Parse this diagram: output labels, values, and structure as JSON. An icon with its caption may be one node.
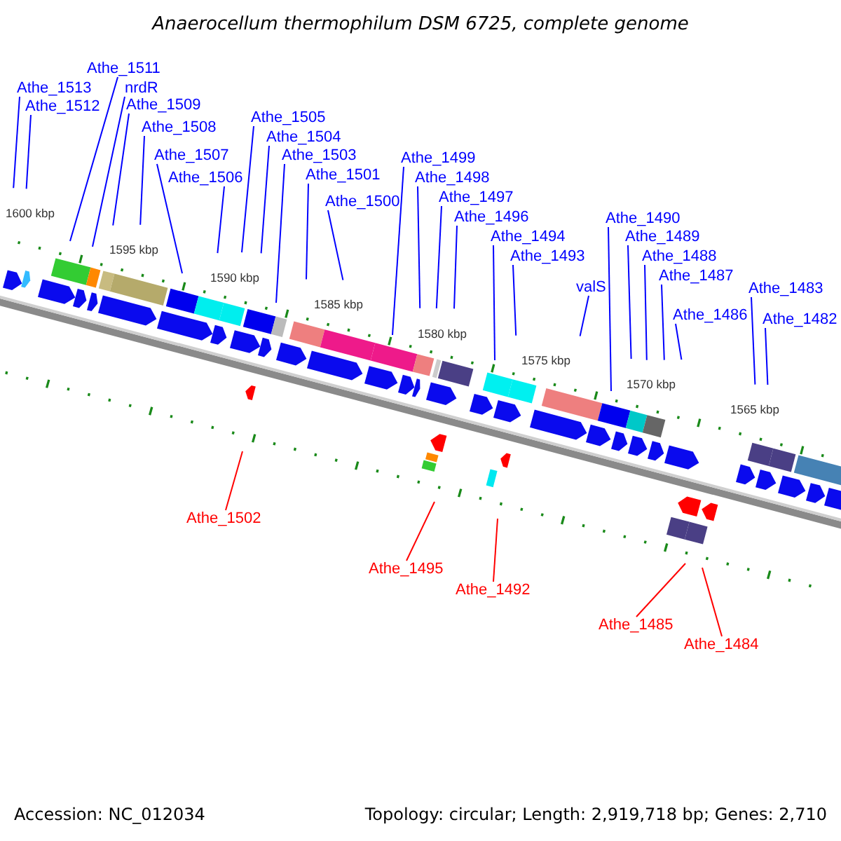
{
  "diagram": {
    "title": "Anaerocellum thermophilum DSM 6725, complete genome",
    "nodes": [
      {
        "text": [
          "Athe_1513"
        ]
      },
      {
        "text": [
          "Athe_1512"
        ]
      },
      {
        "text": [
          "Athe_1511"
        ]
      },
      {
        "text": [
          "nrdR"
        ]
      },
      {
        "text": [
          "Athe_1509"
        ]
      },
      {
        "text": [
          "Athe_1508"
        ]
      },
      {
        "text": [
          "Athe_1507"
        ]
      },
      {
        "text": [
          "Athe_1506"
        ]
      },
      {
        "text": [
          "Athe_1505"
        ]
      },
      {
        "text": [
          "Athe_1504"
        ]
      },
      {
        "text": [
          "Athe_1503"
        ]
      },
      {
        "text": [
          "Athe_1501"
        ]
      },
      {
        "text": [
          "Athe_1500"
        ]
      },
      {
        "text": [
          "Athe_1499"
        ]
      },
      {
        "text": [
          "Athe_1498"
        ]
      },
      {
        "text": [
          "Athe_1497"
        ]
      },
      {
        "text": [
          "Athe_1496"
        ]
      },
      {
        "text": [
          "Athe_1494"
        ]
      },
      {
        "text": [
          "Athe_1493"
        ]
      },
      {
        "text": [
          "valS"
        ]
      },
      {
        "text": [
          "Athe_1490"
        ]
      },
      {
        "text": [
          "Athe_1489"
        ]
      },
      {
        "text": [
          "Athe_1488"
        ]
      },
      {
        "text": [
          "Athe_1487"
        ]
      },
      {
        "text": [
          "Athe_1486"
        ]
      },
      {
        "text": [
          "Athe_1483"
        ]
      },
      {
        "text": [
          "Athe_1482"
        ]
      },
      {
        "text": [
          "Athe_1502"
        ]
      },
      {
        "text": [
          "Athe_1495"
        ]
      },
      {
        "text": [
          "Athe_1492"
        ]
      },
      {
        "text": [
          "Athe_1485"
        ]
      },
      {
        "text": [
          "Athe_1484"
        ]
      }
    ],
    "edges": [
      {
        "from": 0,
        "to": null,
        "arrow": "none"
      },
      {
        "from": 1,
        "to": null,
        "arrow": "none"
      },
      {
        "from": 2,
        "to": null,
        "arrow": "none"
      },
      {
        "from": 3,
        "to": null,
        "arrow": "none"
      },
      {
        "from": 4,
        "to": null,
        "arrow": "none"
      },
      {
        "from": 5,
        "to": null,
        "arrow": "none"
      },
      {
        "from": 6,
        "to": null,
        "arrow": "none"
      },
      {
        "from": 7,
        "to": null,
        "arrow": "none"
      },
      {
        "from": 8,
        "to": null,
        "arrow": "none"
      },
      {
        "from": 9,
        "to": null,
        "arrow": "none"
      },
      {
        "from": 10,
        "to": null,
        "arrow": "none"
      },
      {
        "from": 11,
        "to": null,
        "arrow": "none"
      },
      {
        "from": 12,
        "to": null,
        "arrow": "none"
      },
      {
        "from": 13,
        "to": null,
        "arrow": "none"
      },
      {
        "from": 14,
        "to": null,
        "arrow": "none"
      },
      {
        "from": 15,
        "to": null,
        "arrow": "none"
      },
      {
        "from": 16,
        "to": null,
        "arrow": "none"
      },
      {
        "from": 17,
        "to": null,
        "arrow": "none"
      },
      {
        "from": 18,
        "to": null,
        "arrow": "none"
      },
      {
        "from": 19,
        "to": null,
        "arrow": "none"
      },
      {
        "from": 20,
        "to": null,
        "arrow": "none"
      },
      {
        "from": 21,
        "to": null,
        "arrow": "none"
      },
      {
        "from": 22,
        "to": null,
        "arrow": "none"
      },
      {
        "from": 23,
        "to": null,
        "arrow": "none"
      },
      {
        "from": 24,
        "to": null,
        "arrow": "none"
      },
      {
        "from": 25,
        "to": null,
        "arrow": "none"
      },
      {
        "from": 26,
        "to": null,
        "arrow": "none"
      },
      {
        "from": 27,
        "to": null,
        "arrow": "none",
        "color": "#ff0000"
      },
      {
        "from": 28,
        "to": null,
        "arrow": "none",
        "color": "#ff0000"
      },
      {
        "from": 29,
        "to": null,
        "arrow": "none",
        "color": "#ff0000"
      },
      {
        "from": 30,
        "to": null,
        "arrow": "none",
        "color": "#ff0000"
      },
      {
        "from": 31,
        "to": null,
        "arrow": "none",
        "color": "#ff0000"
      }
    ],
    "labels": [
      "1600 kbp",
      "1595 kbp",
      "1590 kbp",
      "1585 kbp",
      "1580 kbp",
      "1575 kbp",
      "1570 kbp",
      "1565 kbp",
      "Accession: NC_012034",
      "Topology: circular; Length: 2,919,718 bp; Genes: 2,710"
    ]
  }
}
